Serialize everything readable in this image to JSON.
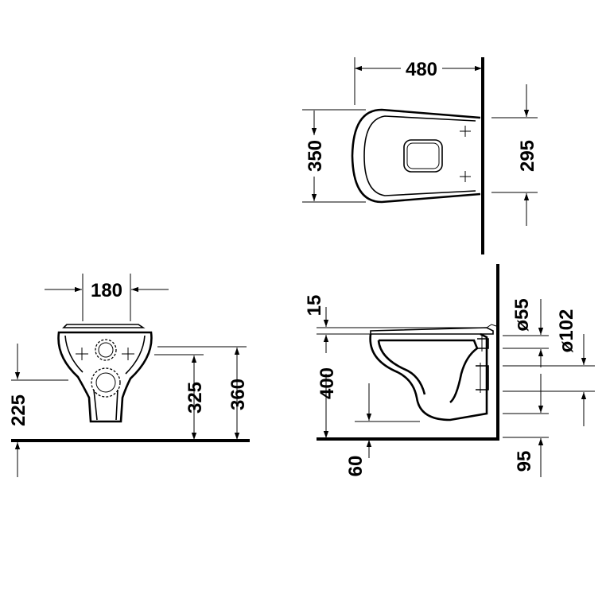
{
  "dimensions": {
    "top_width": "480",
    "top_depth": "350",
    "top_fixing_spacing": "295",
    "front_width": "180",
    "front_outlet_height": "225",
    "front_fixing_height": "325",
    "front_total_height": "360",
    "side_seat_thickness": "15",
    "side_height": "400",
    "side_outlet_offset": "60",
    "side_inlet_diameter": "ø55",
    "side_outlet_diameter": "ø102",
    "side_outlet_height": "95"
  }
}
